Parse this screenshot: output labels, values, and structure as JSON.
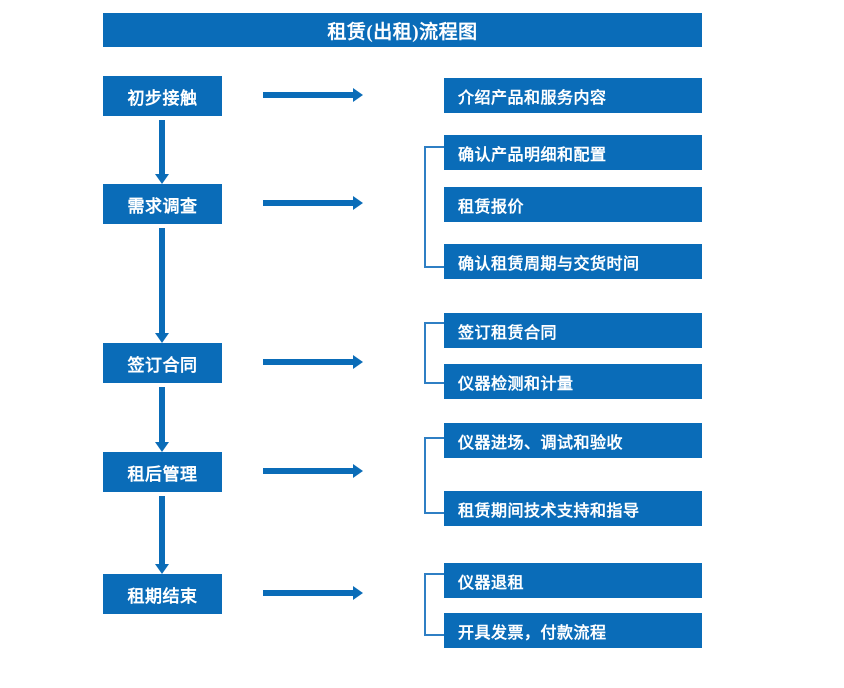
{
  "title": "租赁(出租)流程图",
  "accent_color": "#0a6cb8",
  "bracket_color": "#2f7fc4",
  "stages": [
    {
      "label": "初步接触"
    },
    {
      "label": "需求调查"
    },
    {
      "label": "签订合同"
    },
    {
      "label": "租后管理"
    },
    {
      "label": "租期结束"
    }
  ],
  "details": [
    {
      "label": "介绍产品和服务内容"
    },
    {
      "label": "确认产品明细和配置"
    },
    {
      "label": "租赁报价"
    },
    {
      "label": "确认租赁周期与交货时间"
    },
    {
      "label": "签订租赁合同"
    },
    {
      "label": "仪器检测和计量"
    },
    {
      "label": "仪器进场、调试和验收"
    },
    {
      "label": "租赁期间技术支持和指导"
    },
    {
      "label": "仪器退租"
    },
    {
      "label": "开具发票，付款流程"
    }
  ]
}
